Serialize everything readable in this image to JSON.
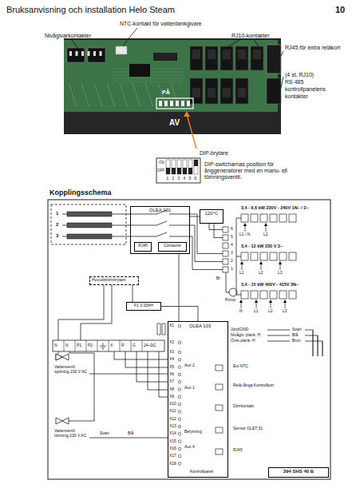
{
  "diagram": {
    "title": "Bruksanvisning och installation Helo Steam",
    "nodes": [
      {
        "text": [
          "OLEA 101"
        ]
      },
      {
        "text": [
          "RJ45"
        ],
        "in": 0
      },
      {
        "text": [
          "Contactor"
        ],
        "in": 0
      },
      {
        "text": [
          "120°C"
        ]
      },
      {
        "text": [
          "3,4 - 6,6 kW 230V - 240V 1N~ / 2~"
        ]
      },
      {
        "text": [
          "3,4 - 12 kW 230 V 3~"
        ]
      },
      {
        "text": [
          "3,4 - 15 kW 400V - 415V 3N~"
        ]
      },
      {
        "text": [
          "Huvudströmbrytare"
        ]
      },
      {
        "text": [
          "F1 3,15AH"
        ]
      },
      {
        "text": [
          "OLEA 103"
        ]
      },
      {
        "text": [
          "Vattenventil spolning 230 V AC"
        ]
      },
      {
        "text": [
          "Vattenventil tömning 230 V AC"
        ]
      },
      {
        "text": [
          "394 SHS 40 B"
        ]
      }
    ],
    "edges": [
      {
        "from": 3,
        "to": 0,
        "arrow": "none"
      },
      {
        "from": 0,
        "to": 9,
        "arrow": "none"
      },
      {
        "from": 7,
        "to": 8,
        "arrow": "none"
      },
      {
        "from": 8,
        "to": 9,
        "arrow": "none"
      },
      {
        "from": 10,
        "to": 9,
        "arrow": "none"
      },
      {
        "from": 11,
        "to": 9,
        "arrow": "none"
      }
    ],
    "labels": [
      "10",
      "NTC-kontakt för vattentankgivare",
      "Nivågivarkontakter",
      "RJ10-kontakter",
      "RJ45 för extra reläkort",
      "(4 st. RJ10)",
      "RS 485",
      "kontrollpanelens",
      "kontakter",
      "PÅ",
      "AV",
      "DIP-brytare",
      "ON",
      "OFF",
      "1",
      "2",
      "3",
      "4",
      "5",
      "6",
      "DIP-switcharnas position för ånggeneratorer med en manu- ell tömningsventil.",
      "Kopplingsschema",
      "1",
      "2",
      "3",
      "6",
      "5",
      "4",
      "3",
      "2",
      "1",
      "Br",
      "L1 / N",
      "L2",
      "L1",
      "L2",
      "L3",
      "N",
      "L1",
      "L2",
      "L3",
      "Pump",
      "X1",
      "X2",
      "X3",
      "X4",
      "X5",
      "X6",
      "X7",
      "X8",
      "X9",
      "X10",
      "X11",
      "X12",
      "X13",
      "X14",
      "X15",
      "X16",
      "X17",
      "X18",
      "Aux 2",
      "Aux 1",
      "Belysning",
      "Aux 4",
      "Jord/GND",
      "Nivågiv. plank. H",
      "Övre plank. H",
      "Svart",
      "Blå",
      "Brun",
      "Ext NTC",
      "Relä-/ånga Kontrollkort",
      "Dörrkontakt",
      "Sensor OLET 31",
      "RJ45",
      "Kontrollpanel",
      "N",
      "N",
      "P1",
      "P2",
      "X",
      "R",
      "G",
      "24~DC",
      "Svart",
      "Blå"
    ]
  }
}
